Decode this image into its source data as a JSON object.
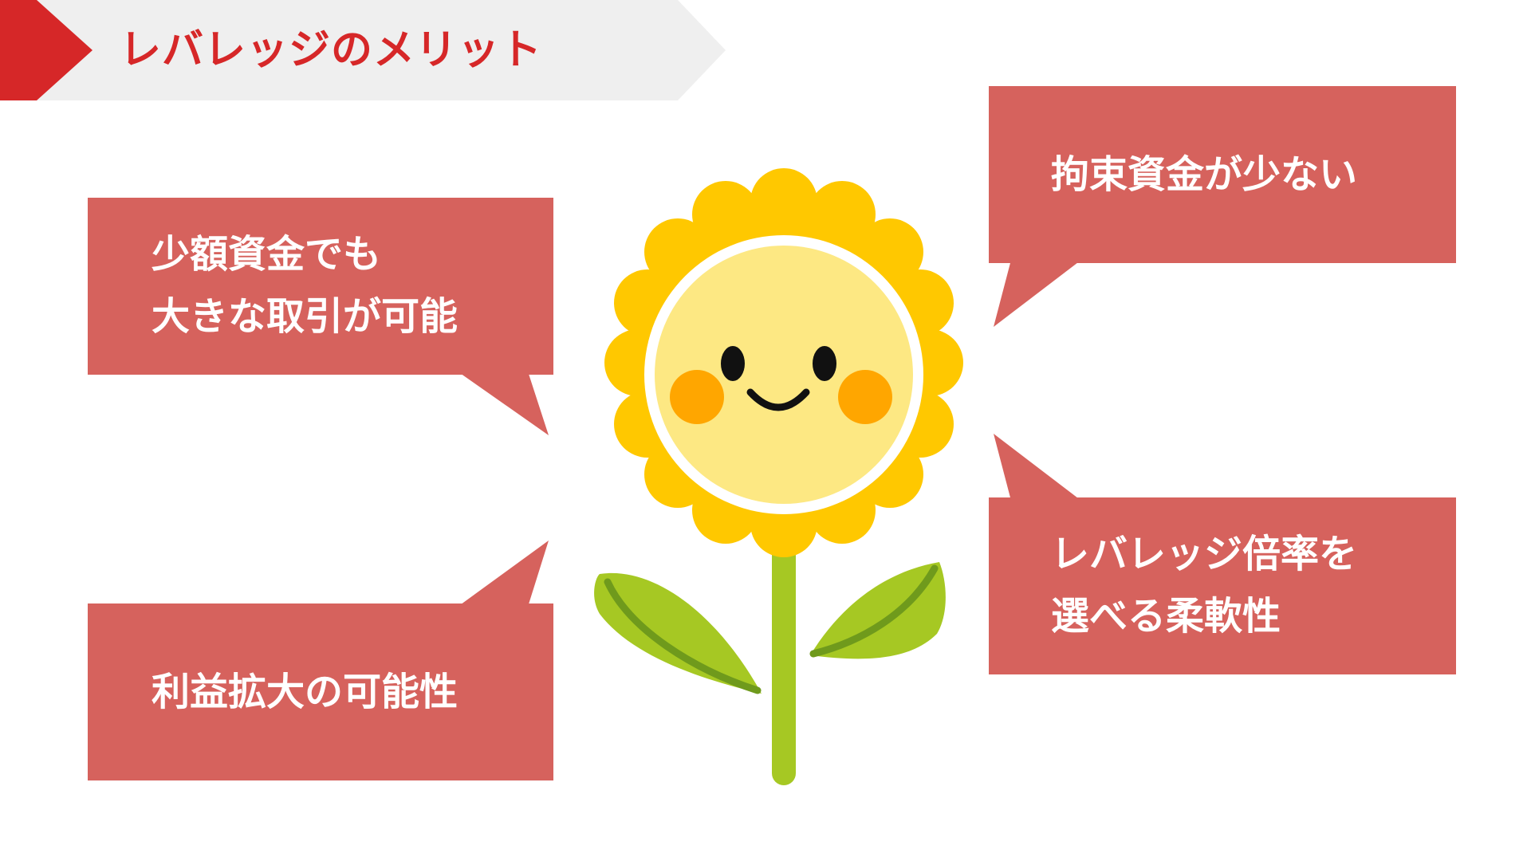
{
  "header": {
    "title": "レバレッジのメリット",
    "accent_color": "#d62728",
    "band_color": "#efefef"
  },
  "diagram": {
    "center_icon": "smiling-sunflower-icon",
    "bubble_color": "#d6625d",
    "bubbles": [
      {
        "id": "top-left",
        "lines": [
          "少額資金でも",
          "大きな取引が可能"
        ]
      },
      {
        "id": "bottom-left",
        "lines": [
          "利益拡大の可能性"
        ]
      },
      {
        "id": "top-right",
        "lines": [
          "拘束資金が少ない"
        ]
      },
      {
        "id": "bottom-right",
        "lines": [
          "レバレッジ倍率を",
          "選べる柔軟性"
        ]
      }
    ]
  }
}
